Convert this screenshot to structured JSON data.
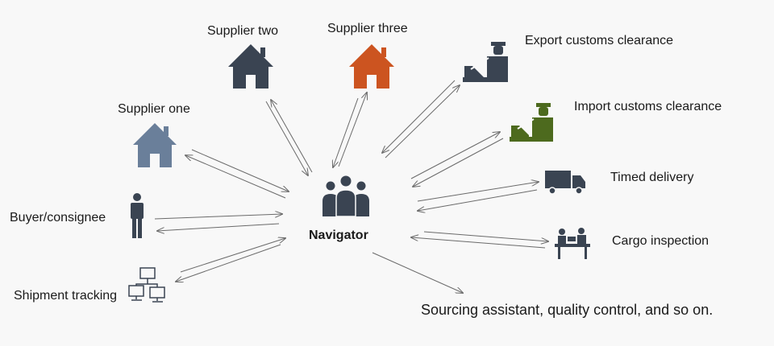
{
  "center": {
    "label": "Navigator",
    "icon": "people-group-icon"
  },
  "nodes": {
    "supplier_one": {
      "label": "Supplier one",
      "icon": "house-icon"
    },
    "supplier_two": {
      "label": "Supplier two",
      "icon": "house-icon"
    },
    "supplier_three": {
      "label": "Supplier three",
      "icon": "house-icon"
    },
    "export_customs": {
      "label": "Export customs clearance",
      "icon": "customs-officer-icon"
    },
    "import_customs": {
      "label": "Import customs clearance",
      "icon": "customs-officer-icon"
    },
    "timed_delivery": {
      "label": "Timed delivery",
      "icon": "truck-icon"
    },
    "cargo_inspection": {
      "label": "Cargo inspection",
      "icon": "inspection-desk-icon"
    },
    "buyer": {
      "label": "Buyer/consignee",
      "icon": "person-icon"
    },
    "shipment_tracking": {
      "label": "Shipment tracking",
      "icon": "computer-network-icon"
    },
    "sourcing": {
      "label": "Sourcing assistant, quality control, and so on."
    }
  },
  "colors": {
    "slate": "#3a4452",
    "steel": "#6a7f9a",
    "orange": "#cc5420",
    "olive": "#4d6a1e",
    "arrow": "#6a6a6a"
  }
}
